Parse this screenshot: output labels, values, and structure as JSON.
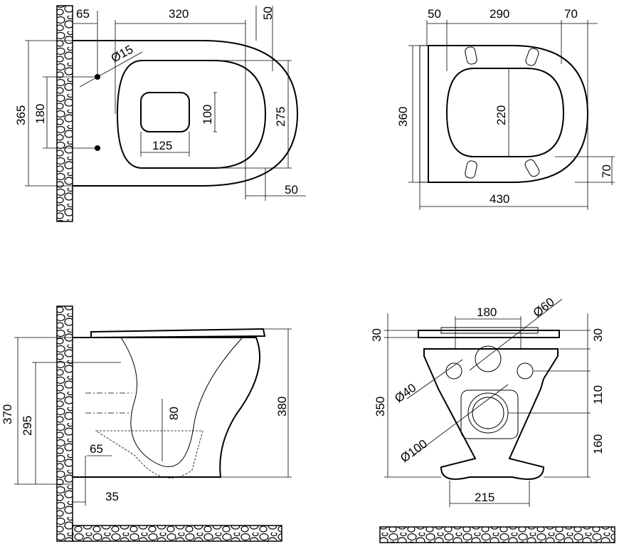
{
  "views": {
    "top": {
      "dims": {
        "wall_to_fix": "65",
        "length": "320",
        "rim_offset": "50",
        "hole_diameter": "Ø15",
        "overall_depth": "365",
        "fix_spacing": "180",
        "outlet_height": "100",
        "inner_depth": "275",
        "outlet_width": "125",
        "front_offset": "50"
      }
    },
    "seat": {
      "dims": {
        "back_offset": "50",
        "seat_span": "290",
        "front_offset": "70",
        "seat_depth": "360",
        "opening": "220",
        "bumper_offset": "70",
        "seat_length": "430"
      }
    },
    "side": {
      "dims": {
        "total_height": "370",
        "outlet_height": "295",
        "trap_depth": "80",
        "bowl_height": "380",
        "trap_offset": "65",
        "base_offset": "35"
      }
    },
    "back": {
      "dims": {
        "inlet_spacing": "180",
        "inlet_diameter": "Ø60",
        "seat_thickness_left": "30",
        "seat_thickness_right": "30",
        "fix_diameter": "Ø40",
        "total_height": "350",
        "fix_to_outlet": "110",
        "outlet_diameter": "Ø100",
        "outlet_to_floor": "160",
        "base_width": "215"
      }
    }
  }
}
